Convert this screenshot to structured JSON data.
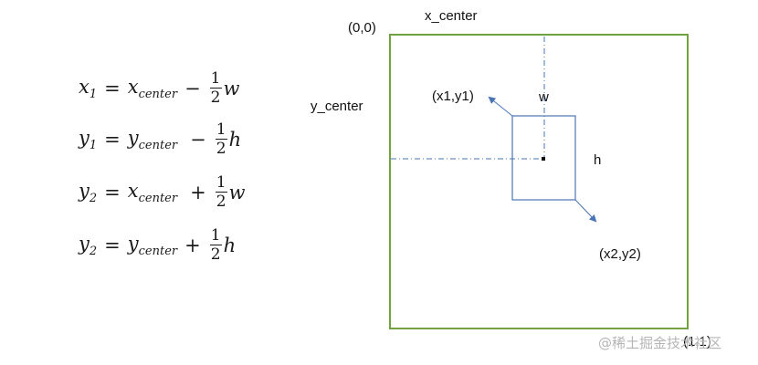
{
  "equations": [
    {
      "lhs": "x",
      "lhs_sub": "1",
      "base": "x",
      "base_sub": "center",
      "op": "−",
      "num": "1",
      "den": "2",
      "var": "w"
    },
    {
      "lhs": "y",
      "lhs_sub": "1",
      "base": "y",
      "base_sub": "center",
      "op": "−",
      "num": "1",
      "den": "2",
      "var": "h"
    },
    {
      "lhs": "y",
      "lhs_sub": "2",
      "base": "x",
      "base_sub": "center",
      "op": "+",
      "num": "1",
      "den": "2",
      "var": "w"
    },
    {
      "lhs": "y",
      "lhs_sub": "2",
      "base": "y",
      "base_sub": "center",
      "op": "+",
      "num": "1",
      "den": "2",
      "var": "h"
    }
  ],
  "labels": {
    "origin": "(0,0)",
    "x_center": "x_center",
    "y_center": "y_center",
    "top_left": "(x1,y1)",
    "w": "w",
    "h": "h",
    "bottom_right": "(x2,y2)",
    "end": "(1,1)"
  },
  "watermark": "@稀土掘金技术社区",
  "colors": {
    "frame": "#70a33f",
    "box": "#4a74b4",
    "arrow": "#4a74b4",
    "guide": "#4a74b4"
  }
}
